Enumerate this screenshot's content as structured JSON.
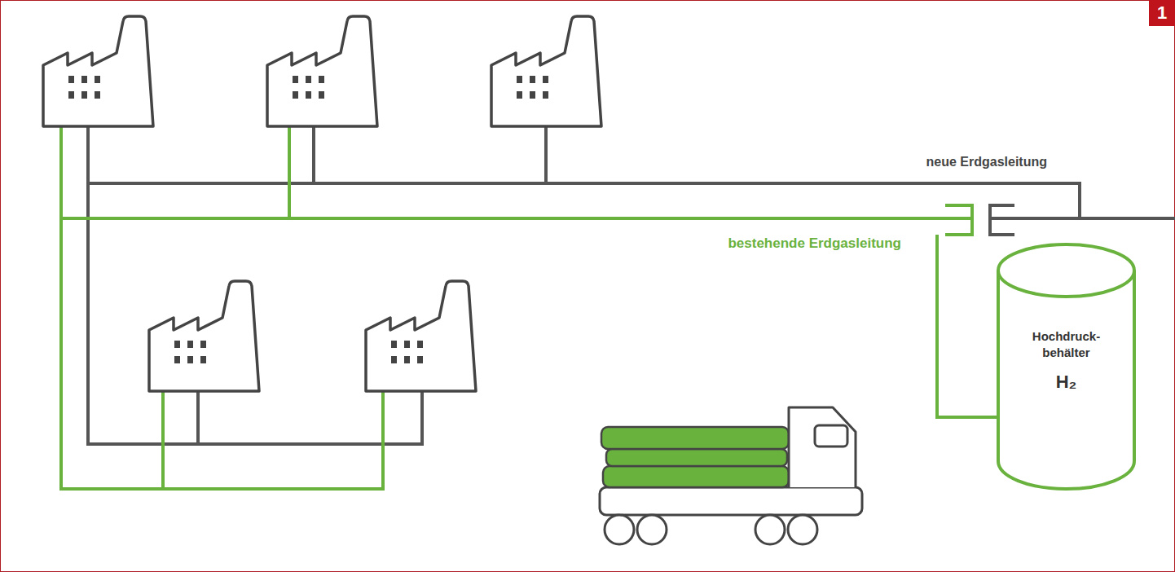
{
  "diagram": {
    "nodes": [
      {
        "text": [
          "Hochdruck- behälter",
          "H₂"
        ]
      }
    ],
    "labels": [
      "1",
      "neue Erdgasleitung",
      "bestehende Erdgasleitung"
    ]
  }
}
